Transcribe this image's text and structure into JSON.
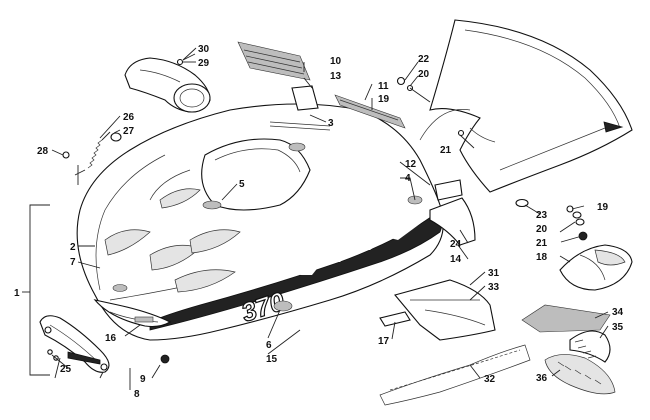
{
  "callouts": [
    {
      "id": "c1",
      "text": "1"
    },
    {
      "id": "c2",
      "text": "2"
    },
    {
      "id": "c3",
      "text": "3"
    },
    {
      "id": "c4",
      "text": "4"
    },
    {
      "id": "c5",
      "text": "5"
    },
    {
      "id": "c6",
      "text": "6"
    },
    {
      "id": "c7",
      "text": "7"
    },
    {
      "id": "c8",
      "text": "8"
    },
    {
      "id": "c9",
      "text": "9"
    },
    {
      "id": "c10",
      "text": "10"
    },
    {
      "id": "c11",
      "text": "11"
    },
    {
      "id": "c12",
      "text": "12"
    },
    {
      "id": "c13",
      "text": "13"
    },
    {
      "id": "c14",
      "text": "14"
    },
    {
      "id": "c15",
      "text": "15"
    },
    {
      "id": "c16",
      "text": "16"
    },
    {
      "id": "c17",
      "text": "17"
    },
    {
      "id": "c18",
      "text": "18"
    },
    {
      "id": "c19a",
      "text": "19"
    },
    {
      "id": "c19b",
      "text": "19"
    },
    {
      "id": "c20a",
      "text": "20"
    },
    {
      "id": "c20b",
      "text": "20"
    },
    {
      "id": "c21a",
      "text": "21"
    },
    {
      "id": "c21b",
      "text": "21"
    },
    {
      "id": "c22",
      "text": "22"
    },
    {
      "id": "c23",
      "text": "23"
    },
    {
      "id": "c24",
      "text": "24"
    },
    {
      "id": "c25",
      "text": "25"
    },
    {
      "id": "c26",
      "text": "26"
    },
    {
      "id": "c27",
      "text": "27"
    },
    {
      "id": "c28",
      "text": "28"
    },
    {
      "id": "c29",
      "text": "29"
    },
    {
      "id": "c30",
      "text": "30"
    },
    {
      "id": "c31",
      "text": "31"
    },
    {
      "id": "c32",
      "text": "32"
    },
    {
      "id": "c33",
      "text": "33"
    },
    {
      "id": "c34",
      "text": "34"
    },
    {
      "id": "c35",
      "text": "35"
    },
    {
      "id": "c36",
      "text": "36"
    }
  ],
  "hood_decal_text": "370"
}
